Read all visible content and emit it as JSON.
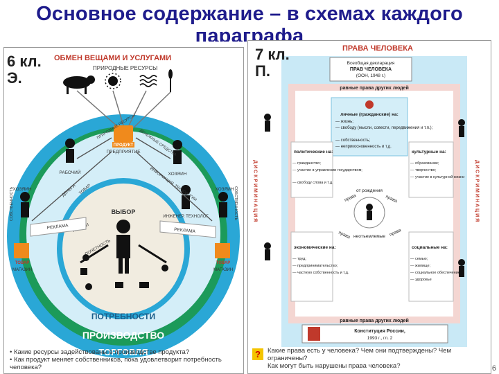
{
  "slide": {
    "title_line1": "Основное содержание – в схемах каждого",
    "title_line2": "параграфа",
    "page_number": "6"
  },
  "left_panel": {
    "grade": "6 кл.",
    "subject": "Э.",
    "heading": "ОБМЕН ВЕЩАМИ И УСЛУГАМИ",
    "resources": "ПРИРОДНЫЕ РЕСУРСЫ",
    "enterprise_badge": "ПРОДУКТ",
    "enterprise": "ПРЕДПРИЯТИЕ",
    "worker": "РАБОЧИЙ",
    "owner": "ХОЗЯИН",
    "engineer": "ИНЖЕНЕР, ТЕХНОЛОГ",
    "product_badge": "ТОВАР",
    "shop": "МАГАЗИН",
    "ads": "РЕКЛАМА",
    "choice": "ВЫБОР",
    "ownership": "СОБСТВЕННОСТЬ",
    "arrow_labels": [
      "ПРИРОДНЫЕ РЕСУРСЫ",
      "ДЕНЕЖНЫЕ СРЕДСТВА",
      "ДЕНЬГИ",
      "ТОВАР",
      "ИНФОРМАЦИЯ, ТЕХНОЛОГИИ",
      "ДЕНЬГИ",
      "ПОЧЕТНОСТЬ"
    ],
    "ring_needs": "ПОТРЕБНОСТИ",
    "ring_production": "ПРОИЗВОДСТВО",
    "ring_trade": "ТОРГОВЛЯ",
    "questions": [
      "Какие ресурсы задействованы в производстве продукта?",
      "Как продукт меняет собственников, пока удовлетворит потребность человека?"
    ]
  },
  "right_panel": {
    "grade": "7 кл.",
    "subject": "П.",
    "heading": "ПРАВА ЧЕЛОВЕКА",
    "declaration": [
      "Всеобщая декларация",
      "ПРАВ ЧЕЛОВЕКА",
      "(ООН, 1948 г.)"
    ],
    "equal_rights": "равные права других людей",
    "personal": {
      "title": "личные (гражданские) на:",
      "items": [
        "— жизнь;",
        "— свободу (мысли, совести, передвижения и т.п.);",
        "— собственность;",
        "— неприкосновенность и т.д."
      ]
    },
    "political": {
      "title": "политические на:",
      "items": [
        "— гражданство;",
        "— участие в управлении государством;",
        "— свободу слова и т.д."
      ]
    },
    "cultural": {
      "title": "культурные на:",
      "items": [
        "— образование;",
        "— творчество;",
        "— участие в культурной жизни"
      ]
    },
    "economic": {
      "title": "экономические на:",
      "items": [
        "— труд;",
        "— предпринимательство;",
        "— частную собственность и т.д."
      ]
    },
    "social": {
      "title": "социальные на:",
      "items": [
        "— семью;",
        "— жилище;",
        "— социальное обеспечение;",
        "— здоровье"
      ]
    },
    "center_words": [
      "права",
      "от рождения",
      "права",
      "неотъемлемые",
      "права",
      "права"
    ],
    "discrimination": "ДИСКРИМИНАЦИЯ",
    "constitution": [
      "Конституция России,",
      "1993 г., гл. 2"
    ],
    "questions": [
      "Какие права есть у человека? Чем они подтверждены? Чем ограничены?",
      "Как могут быть нарушены права человека?"
    ]
  },
  "colors": {
    "title": "#1f1c8c",
    "accent_red": "#c0392b",
    "light_blue": "#c9e9f6",
    "ring_blue": "#2aa7d6",
    "ring_green": "#1c9a5a",
    "beige": "#f1ece0",
    "badge_orange": "#f08a1c"
  },
  "icons": [
    "cow-icon",
    "sun-icon",
    "water-icon",
    "wheat-icon",
    "person-icon",
    "question-icon"
  ]
}
